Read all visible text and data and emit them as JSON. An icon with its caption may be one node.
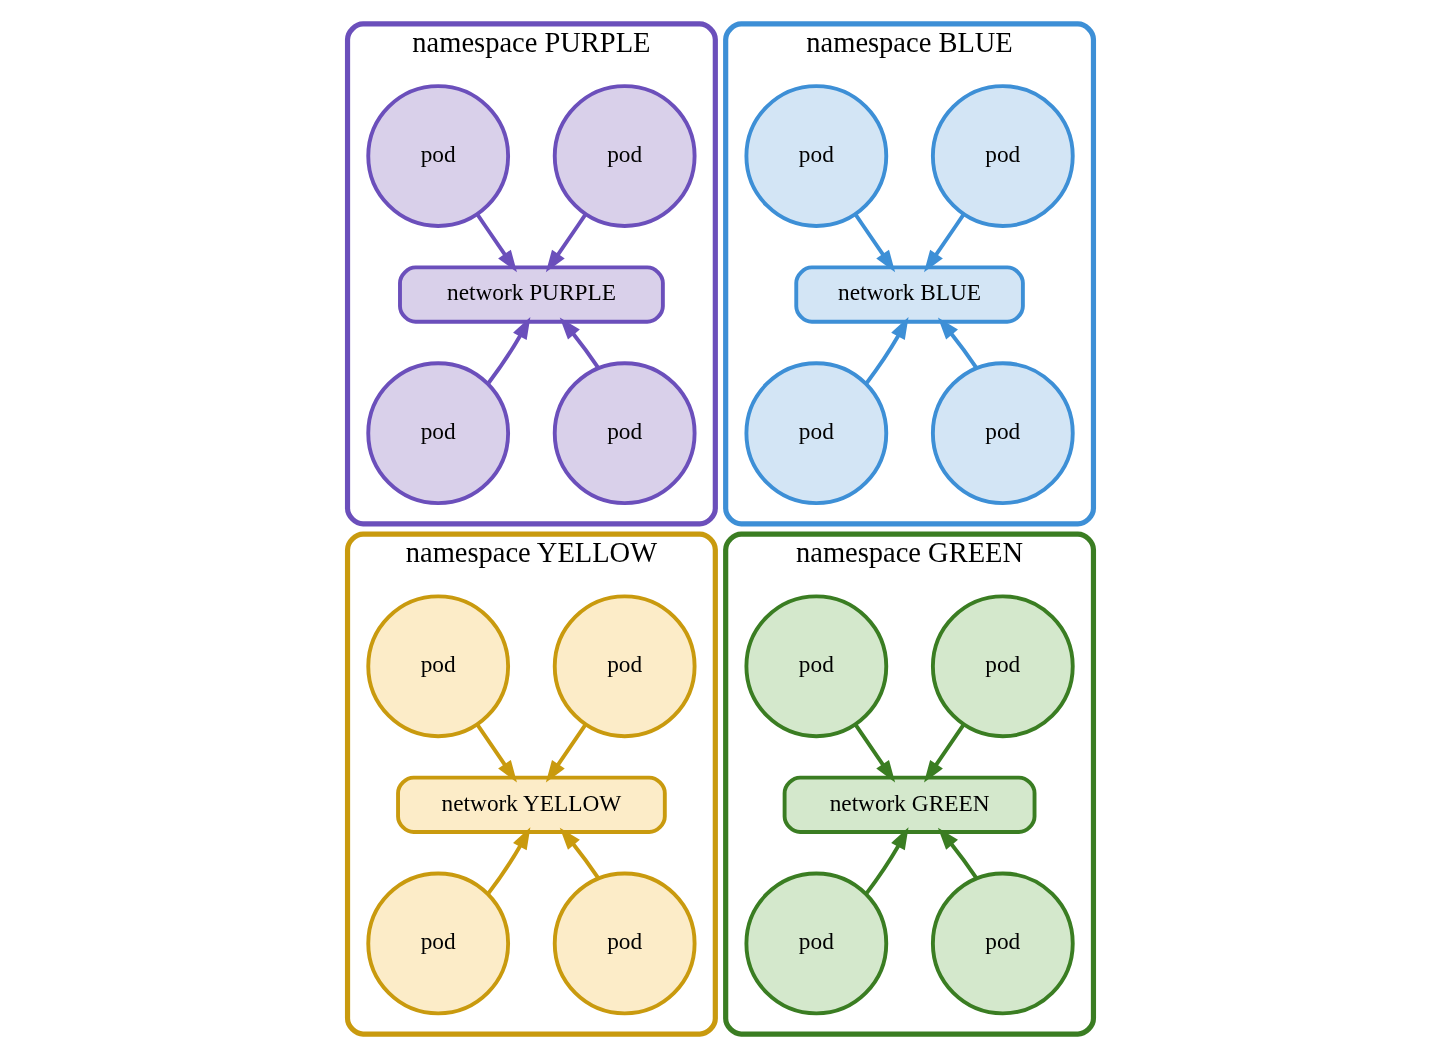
{
  "diagram": {
    "nodes": [
      {
        "text": [
          "namespace PURPLE"
        ]
      },
      {
        "text": [
          "pod"
        ],
        "in": 0
      },
      {
        "text": [
          "pod"
        ],
        "in": 0
      },
      {
        "text": [
          "network PURPLE"
        ],
        "in": 0
      },
      {
        "text": [
          "pod"
        ],
        "in": 0
      },
      {
        "text": [
          "pod"
        ],
        "in": 0
      },
      {
        "text": [
          "namespace BLUE"
        ]
      },
      {
        "text": [
          "pod"
        ],
        "in": 6
      },
      {
        "text": [
          "pod"
        ],
        "in": 6
      },
      {
        "text": [
          "network BLUE"
        ],
        "in": 6
      },
      {
        "text": [
          "pod"
        ],
        "in": 6
      },
      {
        "text": [
          "pod"
        ],
        "in": 6
      },
      {
        "text": [
          "namespace YELLOW"
        ]
      },
      {
        "text": [
          "pod"
        ],
        "in": 12
      },
      {
        "text": [
          "pod"
        ],
        "in": 12
      },
      {
        "text": [
          "network YELLOW"
        ],
        "in": 12
      },
      {
        "text": [
          "pod"
        ],
        "in": 12
      },
      {
        "text": [
          "pod"
        ],
        "in": 12
      },
      {
        "text": [
          "namespace GREEN"
        ]
      },
      {
        "text": [
          "pod"
        ],
        "in": 18
      },
      {
        "text": [
          "pod"
        ],
        "in": 18
      },
      {
        "text": [
          "network GREEN"
        ],
        "in": 18
      },
      {
        "text": [
          "pod"
        ],
        "in": 18
      },
      {
        "text": [
          "pod"
        ],
        "in": 18
      }
    ],
    "edges": [
      {
        "from": 1,
        "to": 3,
        "arrow": "to",
        "color": "#6b4fbb"
      },
      {
        "from": 2,
        "to": 3,
        "arrow": "to",
        "color": "#6b4fbb"
      },
      {
        "from": 4,
        "to": 3,
        "arrow": "to",
        "color": "#6b4fbb"
      },
      {
        "from": 5,
        "to": 3,
        "arrow": "to",
        "color": "#6b4fbb"
      },
      {
        "from": 7,
        "to": 9,
        "arrow": "to",
        "color": "#3d8fd6"
      },
      {
        "from": 8,
        "to": 9,
        "arrow": "to",
        "color": "#3d8fd6"
      },
      {
        "from": 10,
        "to": 9,
        "arrow": "to",
        "color": "#3d8fd6"
      },
      {
        "from": 11,
        "to": 9,
        "arrow": "to",
        "color": "#3d8fd6"
      },
      {
        "from": 13,
        "to": 15,
        "arrow": "to",
        "color": "#c99a0e"
      },
      {
        "from": 14,
        "to": 15,
        "arrow": "to",
        "color": "#c99a0e"
      },
      {
        "from": 16,
        "to": 15,
        "arrow": "to",
        "color": "#c99a0e"
      },
      {
        "from": 17,
        "to": 15,
        "arrow": "to",
        "color": "#c99a0e"
      },
      {
        "from": 19,
        "to": 21,
        "arrow": "to",
        "color": "#3a7d22"
      },
      {
        "from": 20,
        "to": 21,
        "arrow": "to",
        "color": "#3a7d22"
      },
      {
        "from": 22,
        "to": 21,
        "arrow": "to",
        "color": "#3a7d22"
      },
      {
        "from": 23,
        "to": 21,
        "arrow": "to",
        "color": "#3a7d22"
      }
    ]
  }
}
